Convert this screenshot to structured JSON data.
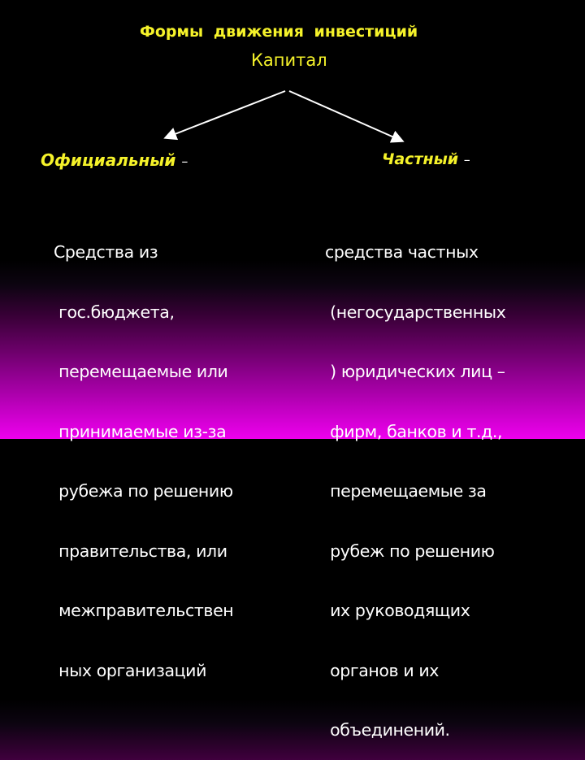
{
  "slide": {
    "title": "Формы   движения  инвестиций",
    "subtitle": "Капитал",
    "branches": [
      {
        "label": "Официальный",
        "dash": "–",
        "description_lines": [
          "Средства из",
          " гос.бюджета,",
          " перемещаемые или",
          " принимаемые из-за",
          " рубежа по решению",
          " правительства, или",
          " межправительствен",
          " ных организаций"
        ]
      },
      {
        "label": "Частный",
        "dash": "–",
        "description_lines": [
          "средства частных",
          " (негосударственных",
          " ) юридических лиц –",
          " фирм, банков и т.д.,",
          " перемещаемые за",
          " рубеж по решению",
          " их руководящих",
          " органов и их",
          " объединений."
        ]
      }
    ],
    "colors": {
      "heading": "#f5f22a",
      "body_text": "#ffffff",
      "arrows": "#ffffff",
      "background_top": "#000000",
      "background_bottom": "#ee00ee"
    }
  }
}
